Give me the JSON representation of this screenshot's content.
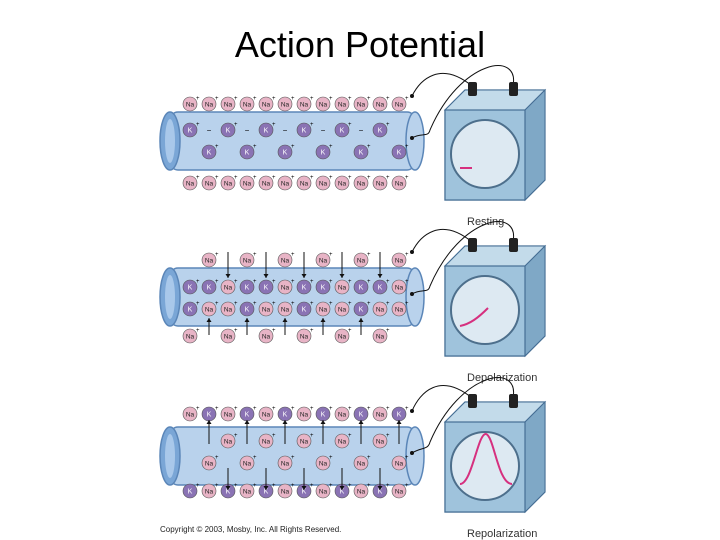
{
  "title": "Action Potential",
  "copyright": "Copyright © 2003, Mosby, Inc. All Rights Reserved.",
  "ions": {
    "sodium": "Na",
    "potassium": "K",
    "positive": "+",
    "negative": "−"
  },
  "panels": [
    {
      "id": "resting",
      "label": "Resting"
    },
    {
      "id": "depolarization",
      "label": "Depolarization"
    },
    {
      "id": "repolarization",
      "label": "Repolarization"
    }
  ],
  "colors": {
    "axon_fill": "#b9d2ec",
    "axon_stroke": "#5b86b8",
    "axon_end": "#7aa6d6",
    "na_fill": "#e8b4c6",
    "k_fill": "#8a73b4",
    "meter_fill": "#9fc3dc",
    "meter_stroke": "#456e94",
    "trace": "#d6307f"
  }
}
